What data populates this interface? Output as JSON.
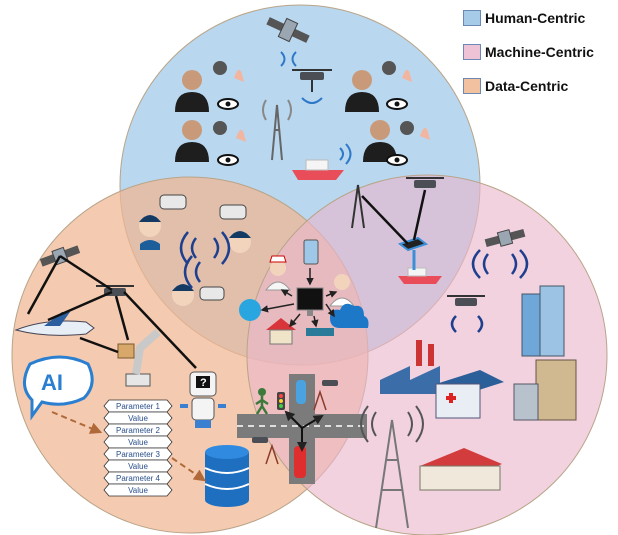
{
  "legend": {
    "human": {
      "label": "Human-Centric",
      "color": "#a6cbe8"
    },
    "machine": {
      "label": "Machine-Centric",
      "color": "#efc3d6"
    },
    "data": {
      "label": "Data-Centric",
      "color": "#f2c1a0"
    }
  },
  "circles": {
    "human_color": "#9ec7e8",
    "machine_color": "#eab6cc",
    "data_color": "#f0b692"
  },
  "ai_bubble": {
    "label": "AI"
  },
  "parameters": [
    {
      "name": "Parameter 1",
      "value": "Value"
    },
    {
      "name": "Parameter 2",
      "value": "Value"
    },
    {
      "name": "Parameter 3",
      "value": "Value"
    },
    {
      "name": "Parameter 4",
      "value": "Value"
    }
  ],
  "robot_display": {
    "label": "?"
  }
}
